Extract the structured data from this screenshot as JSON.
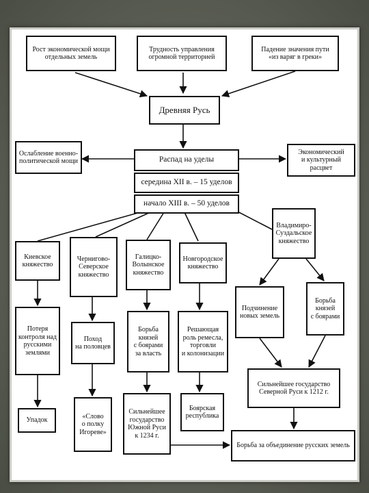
{
  "nodes": {
    "economic_power": "Рост экономической мощи\nотдельных земель",
    "difficult_territory": "Трудность управления\nогромной территорией",
    "trade_route_fall": "Падение значения пути\n«из варяг в греки»",
    "ancient_rus": "Древняя Русь",
    "military_weakening": "Ослабление военно-\nполитической мощи",
    "breakup": "Распад на уделы",
    "economic_rise": "Экономический\nи культурный расцвет",
    "mid_12c": "середина XII в. – 15 уделов",
    "early_13c": "начало XIII в. – 50 уделов",
    "kiev": "Киевское\nкняжество",
    "chernigov": "Чернигово-\nСеверское\nкняжество",
    "galicia": "Галицко-\nВолынское\nкняжество",
    "novgorod": "Новгородское\nкняжество",
    "vladimir": "Владимиро-\nСуздальское\nкняжество",
    "kiev_loss": "Потеря\nконтроля над\nрусскими\nземлями",
    "polovtsy_campaign": "Поход\nна половцев",
    "boyar_struggle": "Борьба\nкнязей\nс боярами\nза власть",
    "novgorod_role": "Решающая\nроль ремесла,\nторговли\nи колонизации",
    "subjugation": "Подчинение\nновых земель",
    "vladimir_boyars": "Борьба\nкнязей\nс боярами",
    "decline": "Упадок",
    "igor_tale": "«Слово\nо полку\nИгореве»",
    "south_strongest": "Сильнейшее\nгосударство\nЮжной Руси\nк 1234 г.",
    "boyar_republic": "Боярская\nреспублика",
    "north_strongest": "Сильнейшее государство\nСеверной Руси к 1212 г.",
    "unification": "Борьба за объединение русских земель"
  }
}
